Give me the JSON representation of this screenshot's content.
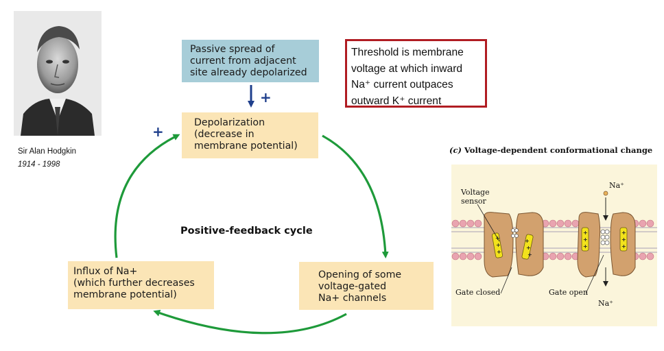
{
  "portrait": {
    "caption_name": "Sir Alan Hodgkin",
    "caption_years": "1914  - 1998"
  },
  "cycle": {
    "passive_box": "Passive spread of\ncurrent from adjacent\nsite already depolarized",
    "depolarization_box": "Depolarization\n(decrease in\nmembrane potential)",
    "opening_box": "Opening of some\nvoltage-gated\nNa+ channels",
    "influx_box": "Influx of Na+\n(which further decreases\nmembrane potential)",
    "center_label": "Positive-feedback cycle",
    "plus_left": "+",
    "plus_top": "+",
    "colors": {
      "arrow_green": "#1e9a3a",
      "arrow_blue": "#1f3f8c",
      "passive_fill": "#a7cdd8",
      "step_fill": "#fbe5b6"
    }
  },
  "threshold_note": {
    "text": "Threshold is membrane\nvoltage at which inward\nNa⁺ current outpaces\noutward K⁺ current",
    "border_color": "#b01c22"
  },
  "channel_panel": {
    "prefix": "(c)",
    "title": "Voltage-dependent conformational change",
    "labels": {
      "voltage_sensor": "Voltage\nsensor",
      "gate_closed": "Gate closed",
      "gate_open": "Gate open",
      "na_top": "Na⁺",
      "na_bottom": "Na⁺"
    },
    "sensor_charges": "+",
    "colors": {
      "channel_fill": "#d2a16e",
      "sensor_fill": "#f2e21c",
      "lipid_head": "#e9a4b0",
      "background": "#fbf5db"
    }
  }
}
